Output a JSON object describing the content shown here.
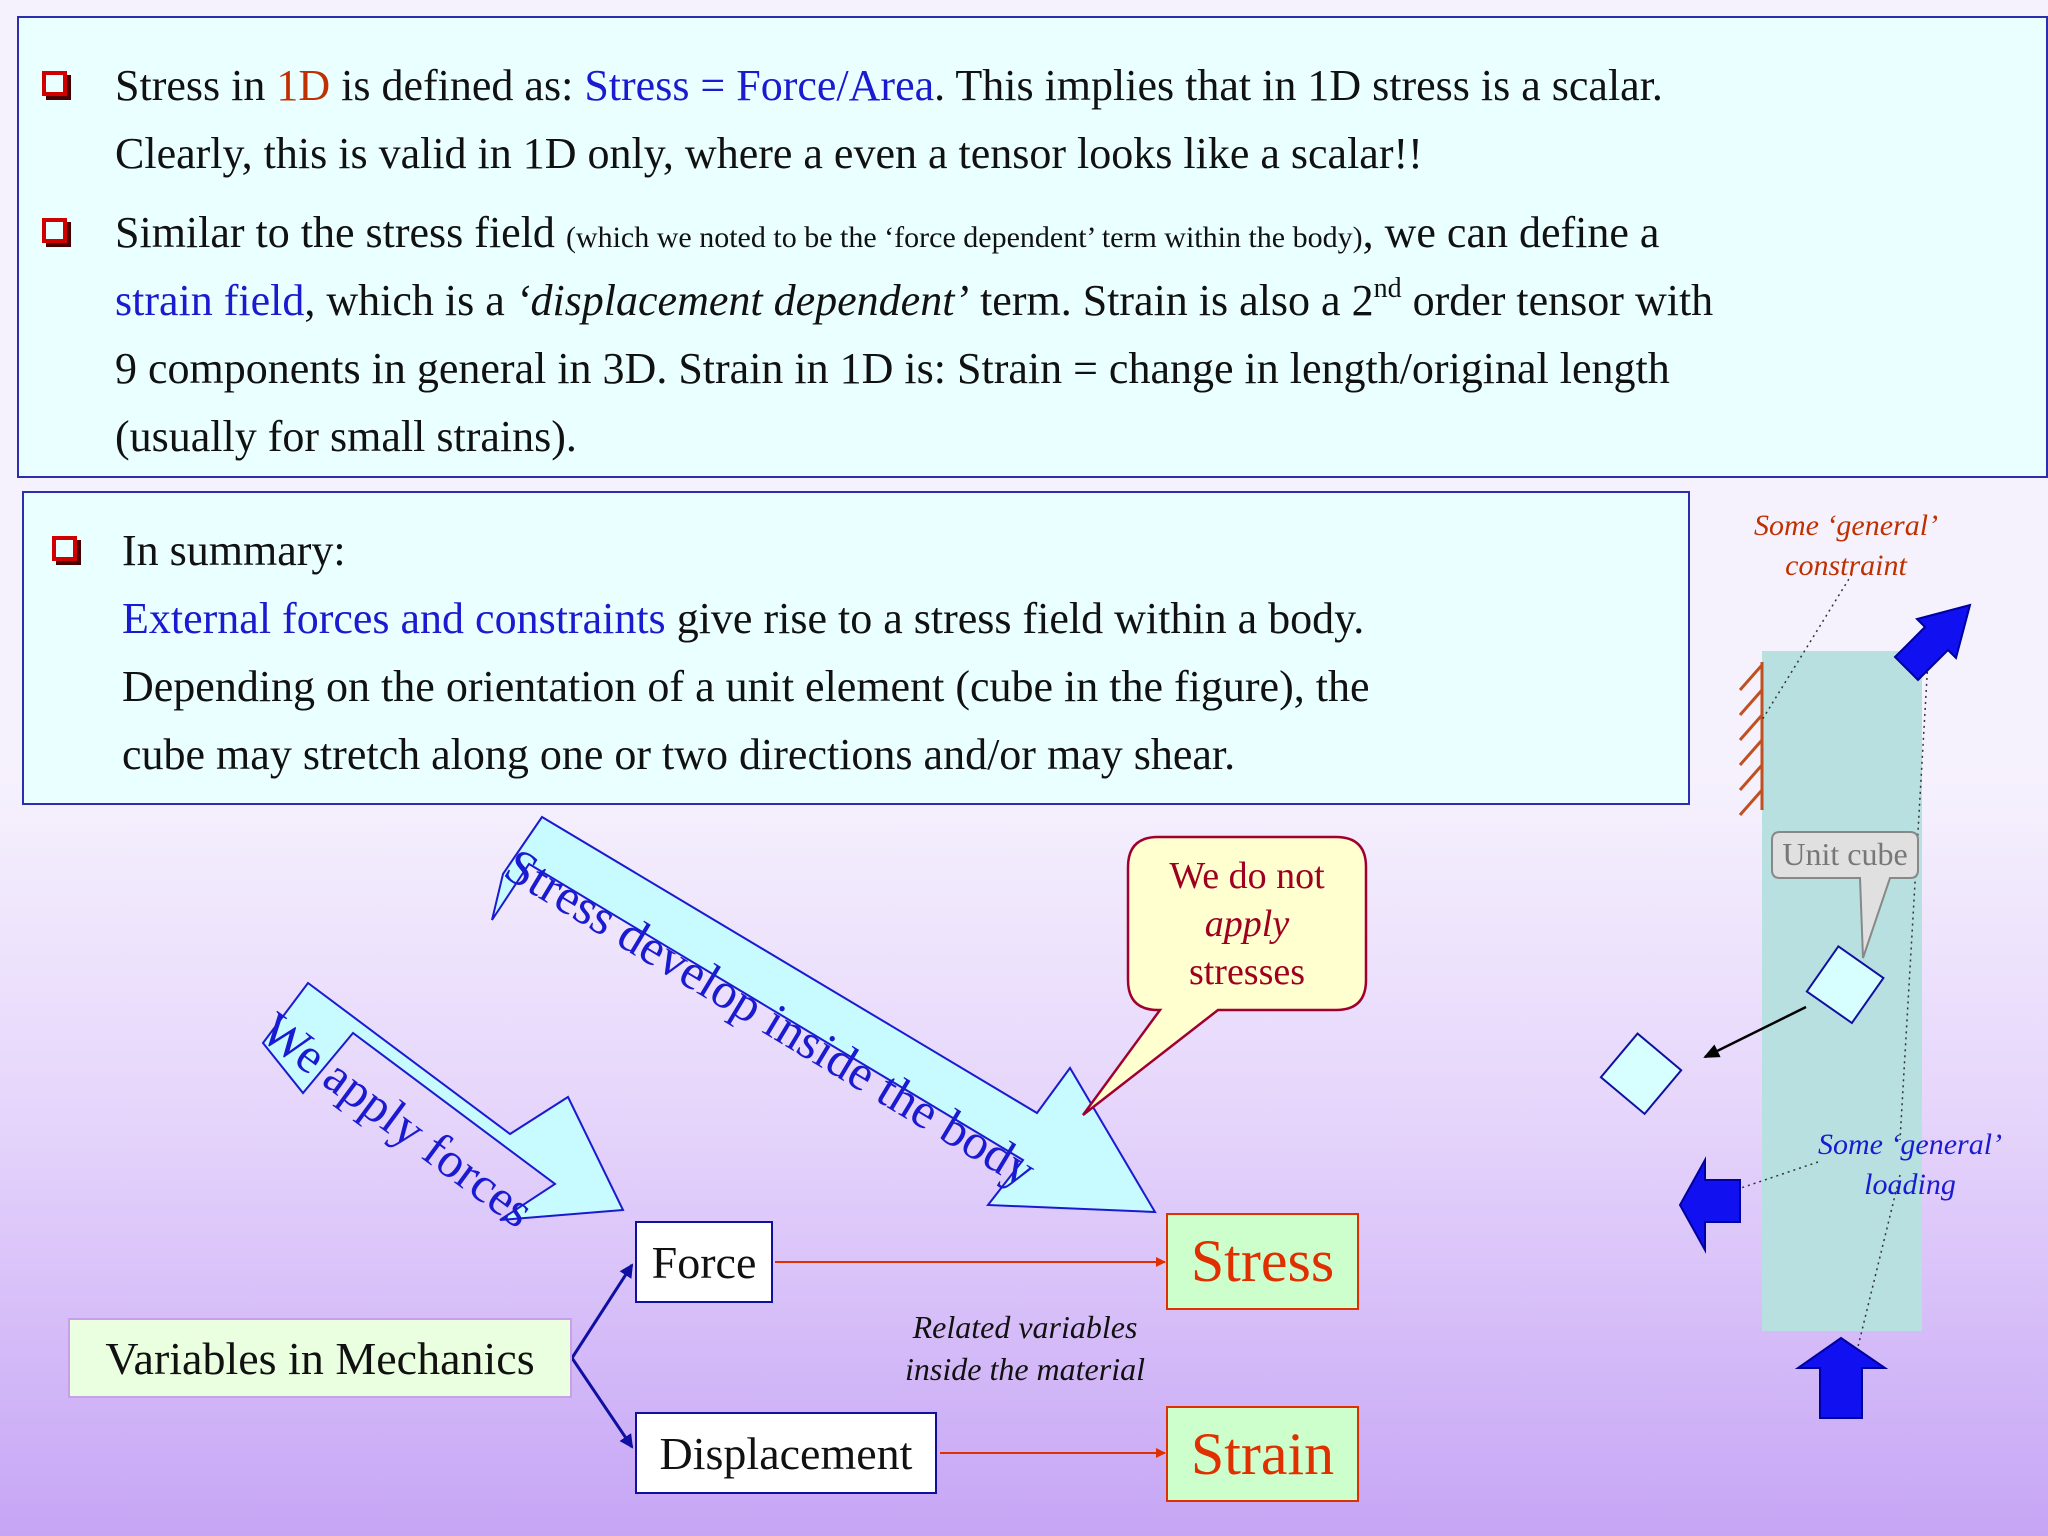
{
  "top_box": {
    "p1": {
      "s1": "Stress in ",
      "s2": "1D",
      "s3": " is defined as: ",
      "s4": "Stress = Force/Area",
      "s5": ". This implies that in 1D stress is a scalar.",
      "line2": "Clearly, this is valid in 1D only, where a even a tensor looks like a scalar!!"
    },
    "p2": {
      "s1": "Similar to the stress field ",
      "s2": "(which we noted to be the ‘force dependent’ term within the body)",
      "s3": ", we can define a",
      "s4": "strain field",
      "s5": ", which is a ",
      "s6": "‘displacement dependent’",
      "s7": " term. Strain is also a 2",
      "s8": "nd",
      "s9": " order tensor with",
      "line3": "9 components in general in 3D. Strain in 1D is: Strain = change in length/original length",
      "line4": "(usually for small strains)."
    }
  },
  "summary_box": {
    "l1": "In summary:",
    "l2a": "External forces and constraints",
    "l2b": " give rise to a stress field within a body.",
    "l3": "Depending on the orientation of a unit element (cube in the figure), the",
    "l4": "cube may stretch along one or two directions and/or may shear."
  },
  "diagram": {
    "root": "Variables in Mechanics",
    "force": "Force",
    "displacement": "Displacement",
    "stress": "Stress",
    "strain": "Strain",
    "related_1": "Related variables",
    "related_2": "inside the material",
    "arrow_apply": "We apply forces",
    "arrow_develop": "Stress develop inside the body",
    "callout_1": "We do not",
    "callout_2": "apply",
    "callout_3": "stresses"
  },
  "figure": {
    "constraint_1": "Some ‘general’",
    "constraint_2": "constraint",
    "unit_cube": "Unit cube",
    "loading_1": "Some ‘general’",
    "loading_2": "loading"
  },
  "colors": {
    "box_fill": "#eaffff",
    "box_border": "#2d2db0",
    "bullet": "#d00000",
    "blue_text": "#1a1ad0",
    "arrow_fill": "#c8fbff",
    "stress_fill": "#ccffcc",
    "stress_text": "#e03000",
    "callout_fill": "#ffffd0",
    "body_fill": "#b8e0e0",
    "load_arrow": "#1010f0"
  }
}
